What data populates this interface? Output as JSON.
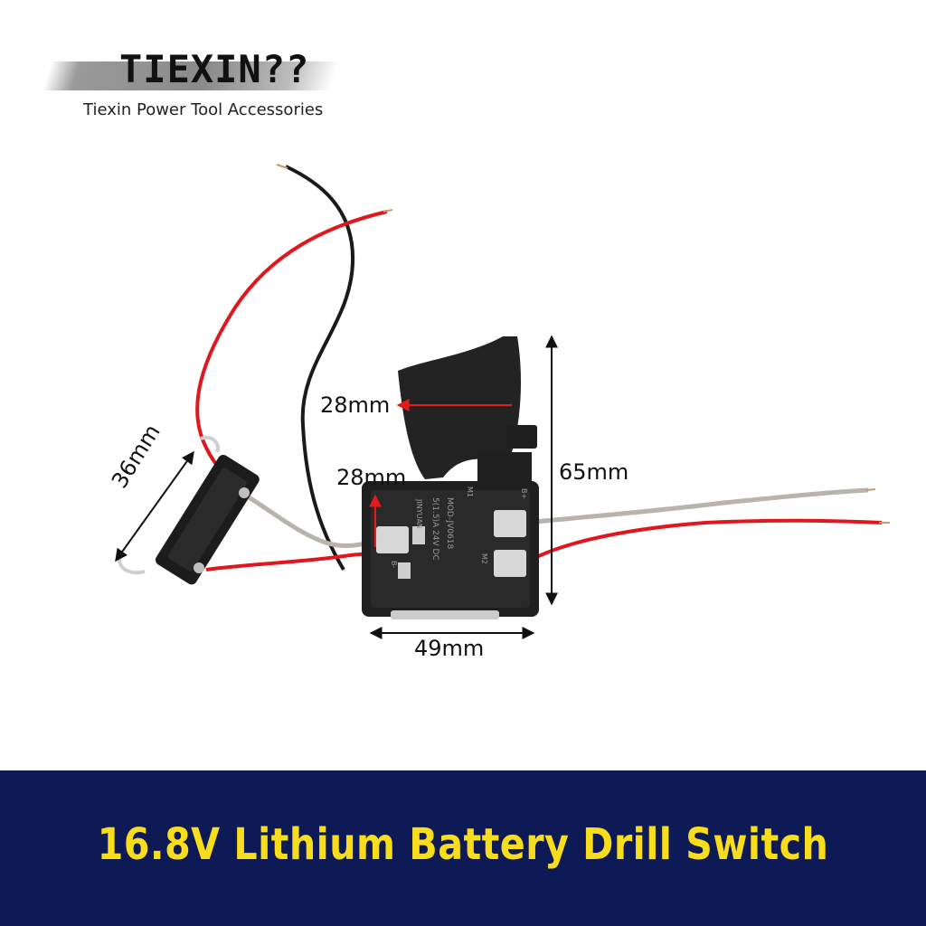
{
  "brand": {
    "name": "TIEXIN??",
    "tagline": "Tiexin Power Tool Accessories"
  },
  "product": {
    "dimensions": {
      "trigger_depth": "28mm",
      "body_depth": "28mm",
      "height": "65mm",
      "width": "49mm",
      "resistor_length": "36mm"
    },
    "switch_markings": {
      "model": "MOD-JV0618",
      "rating": "5(1.5)A 24V DC",
      "maker": "JINYUAN",
      "terminal_m1": "M1",
      "terminal_m2": "M2",
      "terminal_b_plus": "B+",
      "terminal_b_minus": "B-"
    }
  },
  "footer": {
    "title": "16.8V Lithium Battery Drill Switch"
  },
  "colors": {
    "footer_bg": "#0e1a55",
    "footer_text": "#f7dd1c",
    "wire_red": "#e0181e",
    "wire_black": "#1a1a1a",
    "wire_gray": "#b8b3ab",
    "switch_body": "#1f1f1f",
    "arrow_red": "#e41b1b"
  }
}
